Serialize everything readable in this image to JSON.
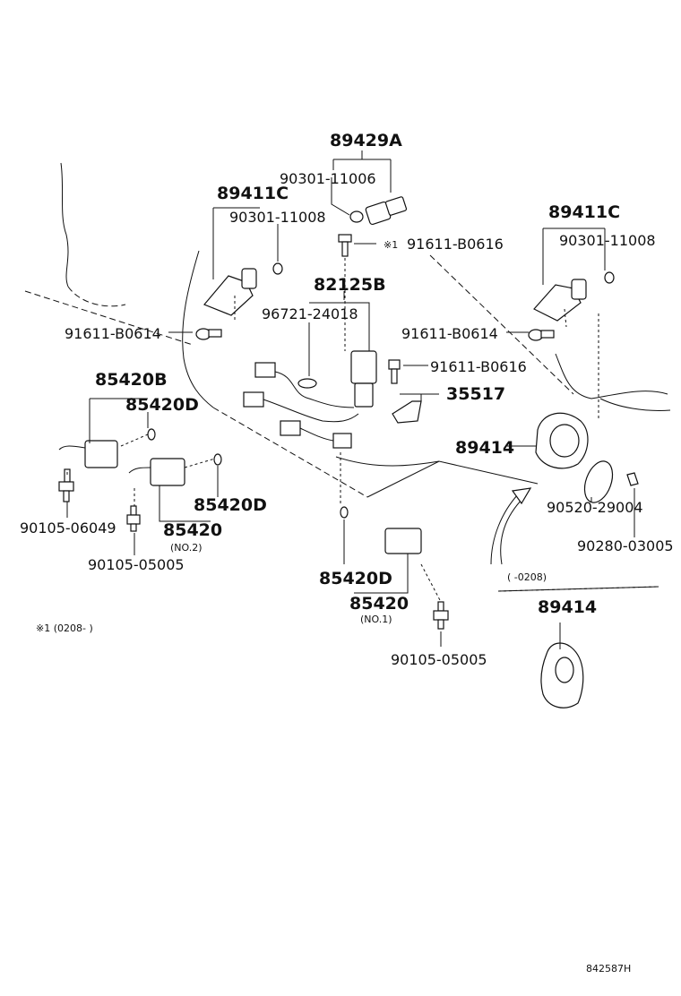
{
  "callouts": [
    {
      "id": "c1",
      "text": "89429A"
    },
    {
      "id": "c2",
      "text": "90301-11006"
    },
    {
      "id": "c3",
      "text": "89411C"
    },
    {
      "id": "c4",
      "text": "90301-11008"
    },
    {
      "id": "c5",
      "text": "※1"
    },
    {
      "id": "c6",
      "text": "91611-B0616"
    },
    {
      "id": "c7",
      "text": "89411C"
    },
    {
      "id": "c8",
      "text": "90301-11008"
    },
    {
      "id": "c9",
      "text": "82125B"
    },
    {
      "id": "c10",
      "text": "96721-24018"
    },
    {
      "id": "c11",
      "text": "91611-B0614"
    },
    {
      "id": "c12",
      "text": "91611-B0614"
    },
    {
      "id": "c13",
      "text": "91611-B0616"
    },
    {
      "id": "c14",
      "text": "85420B"
    },
    {
      "id": "c15",
      "text": "35517"
    },
    {
      "id": "c16",
      "text": "85420D"
    },
    {
      "id": "c17",
      "text": "89414"
    },
    {
      "id": "c18",
      "text": "85420D"
    },
    {
      "id": "c19",
      "text": "90520-29004"
    },
    {
      "id": "c20",
      "text": "90105-06049"
    },
    {
      "id": "c21",
      "text": "85420"
    },
    {
      "id": "c22",
      "text": "(NO.2)"
    },
    {
      "id": "c23",
      "text": "90280-03005"
    },
    {
      "id": "c24",
      "text": "90105-05005"
    },
    {
      "id": "c25",
      "text": "(     -0208)"
    },
    {
      "id": "c26",
      "text": "85420D"
    },
    {
      "id": "c27",
      "text": "89414"
    },
    {
      "id": "c28",
      "text": "85420"
    },
    {
      "id": "c29",
      "text": "(NO.1)"
    },
    {
      "id": "c30",
      "text": "※1 (0208-          )"
    },
    {
      "id": "c31",
      "text": "90105-05005"
    }
  ],
  "footer": {
    "diagram_code": "842587H"
  }
}
